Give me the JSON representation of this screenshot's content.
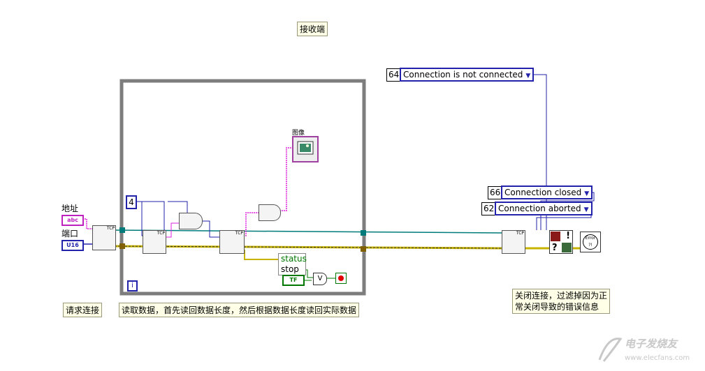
{
  "canvas": {
    "title_label": "接收端",
    "request_label": "请求连接",
    "read_label": "读取数据，首先读回数据长度，然后根据数据长度读回实际数据",
    "close_label_line1": "关闭连接，过滤掉因为正",
    "close_label_line2": "常关闭导致的错误信息",
    "watermark_text": "电子发烧友",
    "watermark_url": "www.elecfans.com"
  },
  "controls": {
    "address_label": "地址",
    "address_type": "abc",
    "port_label": "端口",
    "port_type": "U16",
    "image_label": "图像"
  },
  "loop": {
    "length_constant": "4",
    "iteration_terminal": "i",
    "status_field": "status",
    "stop_field": "stop",
    "bool_type": "TF",
    "or_label": "V"
  },
  "error_codes": [
    {
      "code": "64",
      "text": "Connection is not connected"
    },
    {
      "code": "66",
      "text": "Connection closed"
    },
    {
      "code": "62",
      "text": "Connection aborted"
    }
  ],
  "nodes": {
    "tcp_tag": "TCP",
    "error_handler_text": "Error ?!"
  },
  "colors": {
    "loop_border": "#7d7d7d",
    "wire_string": "#e020e0",
    "wire_numeric": "#2222aa",
    "wire_refnum": "#007b7b",
    "wire_error": "#c8b400"
  }
}
